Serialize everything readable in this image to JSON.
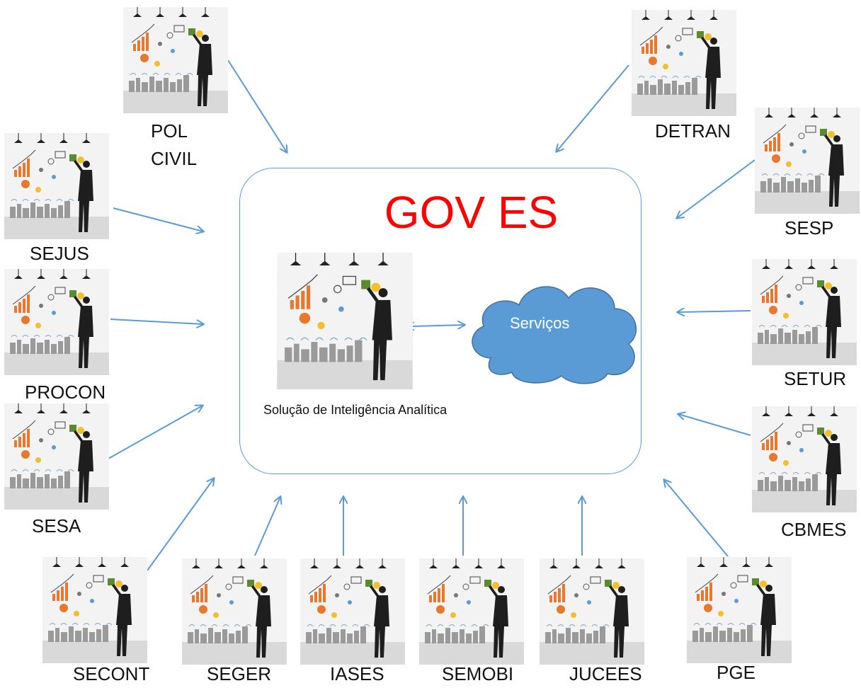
{
  "colors": {
    "accent": "#5b9bd5",
    "title": "#ff0000",
    "cloud": "#5b9bd5"
  },
  "central": {
    "title": "GOV ES",
    "solution_caption": "Solução de Inteligência Analítica",
    "cloud_label": "Serviços"
  },
  "nodes": [
    {
      "id": "pol-civil",
      "line1": "POL",
      "line2": "CIVIL"
    },
    {
      "id": "detran",
      "label": "DETRAN"
    },
    {
      "id": "sejus",
      "label": "SEJUS"
    },
    {
      "id": "sesp",
      "label": "SESP"
    },
    {
      "id": "procon",
      "label": "PROCON"
    },
    {
      "id": "setur",
      "label": "SETUR"
    },
    {
      "id": "sesa",
      "label": "SESA"
    },
    {
      "id": "cbmes",
      "label": "CBMES"
    },
    {
      "id": "secont",
      "label": "SECONT"
    },
    {
      "id": "seger",
      "label": "SEGER"
    },
    {
      "id": "iases",
      "label": "IASES"
    },
    {
      "id": "semobi",
      "label": "SEMOBI"
    },
    {
      "id": "jucees",
      "label": "JUCEES"
    },
    {
      "id": "pge",
      "label": "PGE"
    }
  ],
  "image_icon": "businessman-analytics-wall-image"
}
